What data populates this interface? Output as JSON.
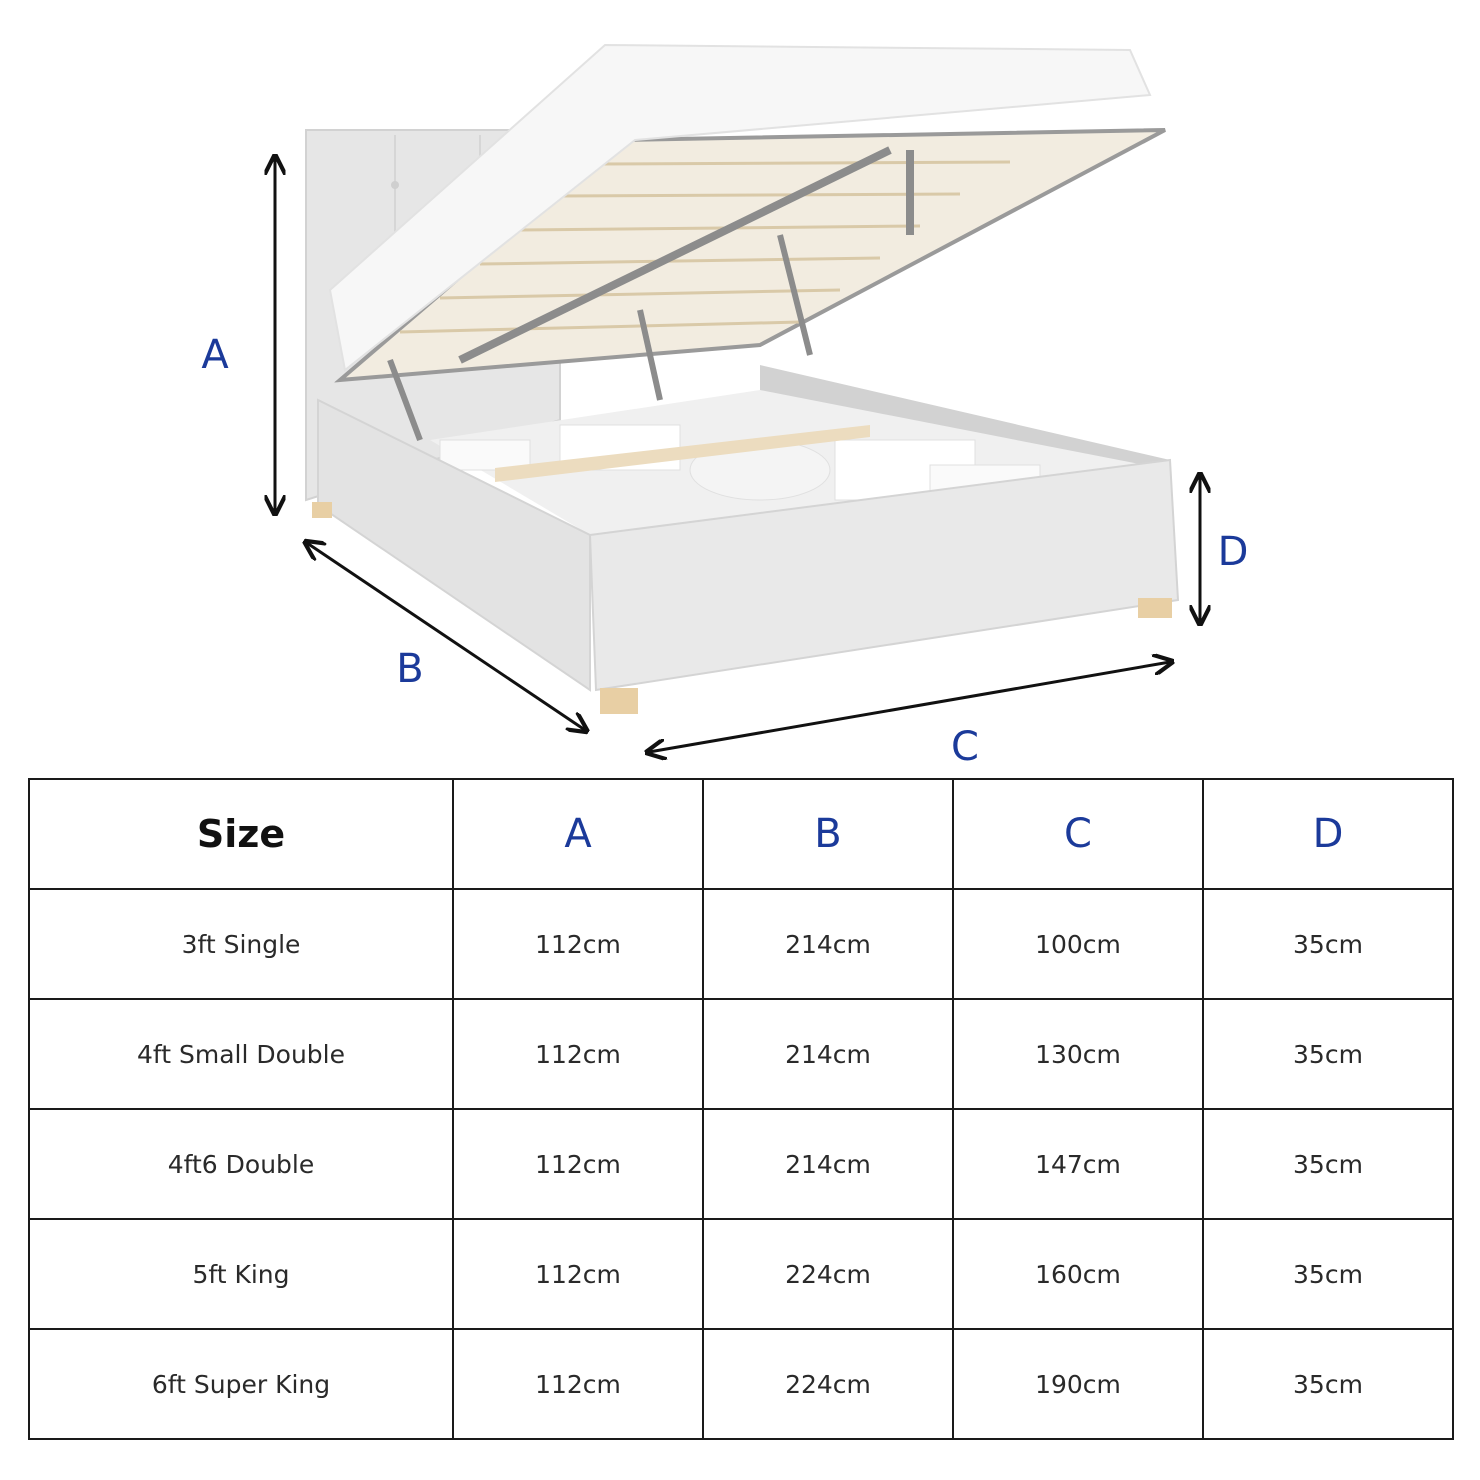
{
  "diagram": {
    "labels": {
      "a": "A",
      "b": "B",
      "c": "C",
      "d": "D"
    }
  },
  "table": {
    "headers": [
      "Size",
      "A",
      "B",
      "C",
      "D"
    ],
    "rows": [
      [
        "3ft Single",
        "112cm",
        "214cm",
        "100cm",
        "35cm"
      ],
      [
        "4ft Small Double",
        "112cm",
        "214cm",
        "130cm",
        "35cm"
      ],
      [
        "4ft6 Double",
        "112cm",
        "214cm",
        "147cm",
        "35cm"
      ],
      [
        "5ft King",
        "112cm",
        "224cm",
        "160cm",
        "35cm"
      ],
      [
        "6ft Super King",
        "112cm",
        "224cm",
        "190cm",
        "35cm"
      ]
    ]
  },
  "colors": {
    "label": "#1b3a9a",
    "arrow": "#111111",
    "frame": "#dcdcdc",
    "leg": "#e8cfa4"
  }
}
